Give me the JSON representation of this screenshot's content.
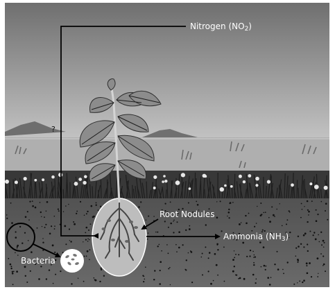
{
  "labels": {
    "nitrogen": "Nitrogen (NO",
    "nitrogen_sub": "2",
    "nitrogen_close": ")",
    "question": "?",
    "root_nodules": "Root Nodules",
    "ammonia": "Ammonia (NH",
    "ammonia_sub": "3",
    "ammonia_close": ")",
    "bacteria": "Bacteria"
  },
  "colors": {
    "sky_top": "#7a7a7a",
    "sky_bottom": "#c2c2c2",
    "water": "#b0b0b0",
    "mountain": "#6e6e6e",
    "grass": "#3c3c3c",
    "soil": "#5e5e5e",
    "nodule_area": "#bdbdbd",
    "leaf": "#8a8a8a",
    "arrow": "#000000",
    "frame": "#ffffff"
  }
}
